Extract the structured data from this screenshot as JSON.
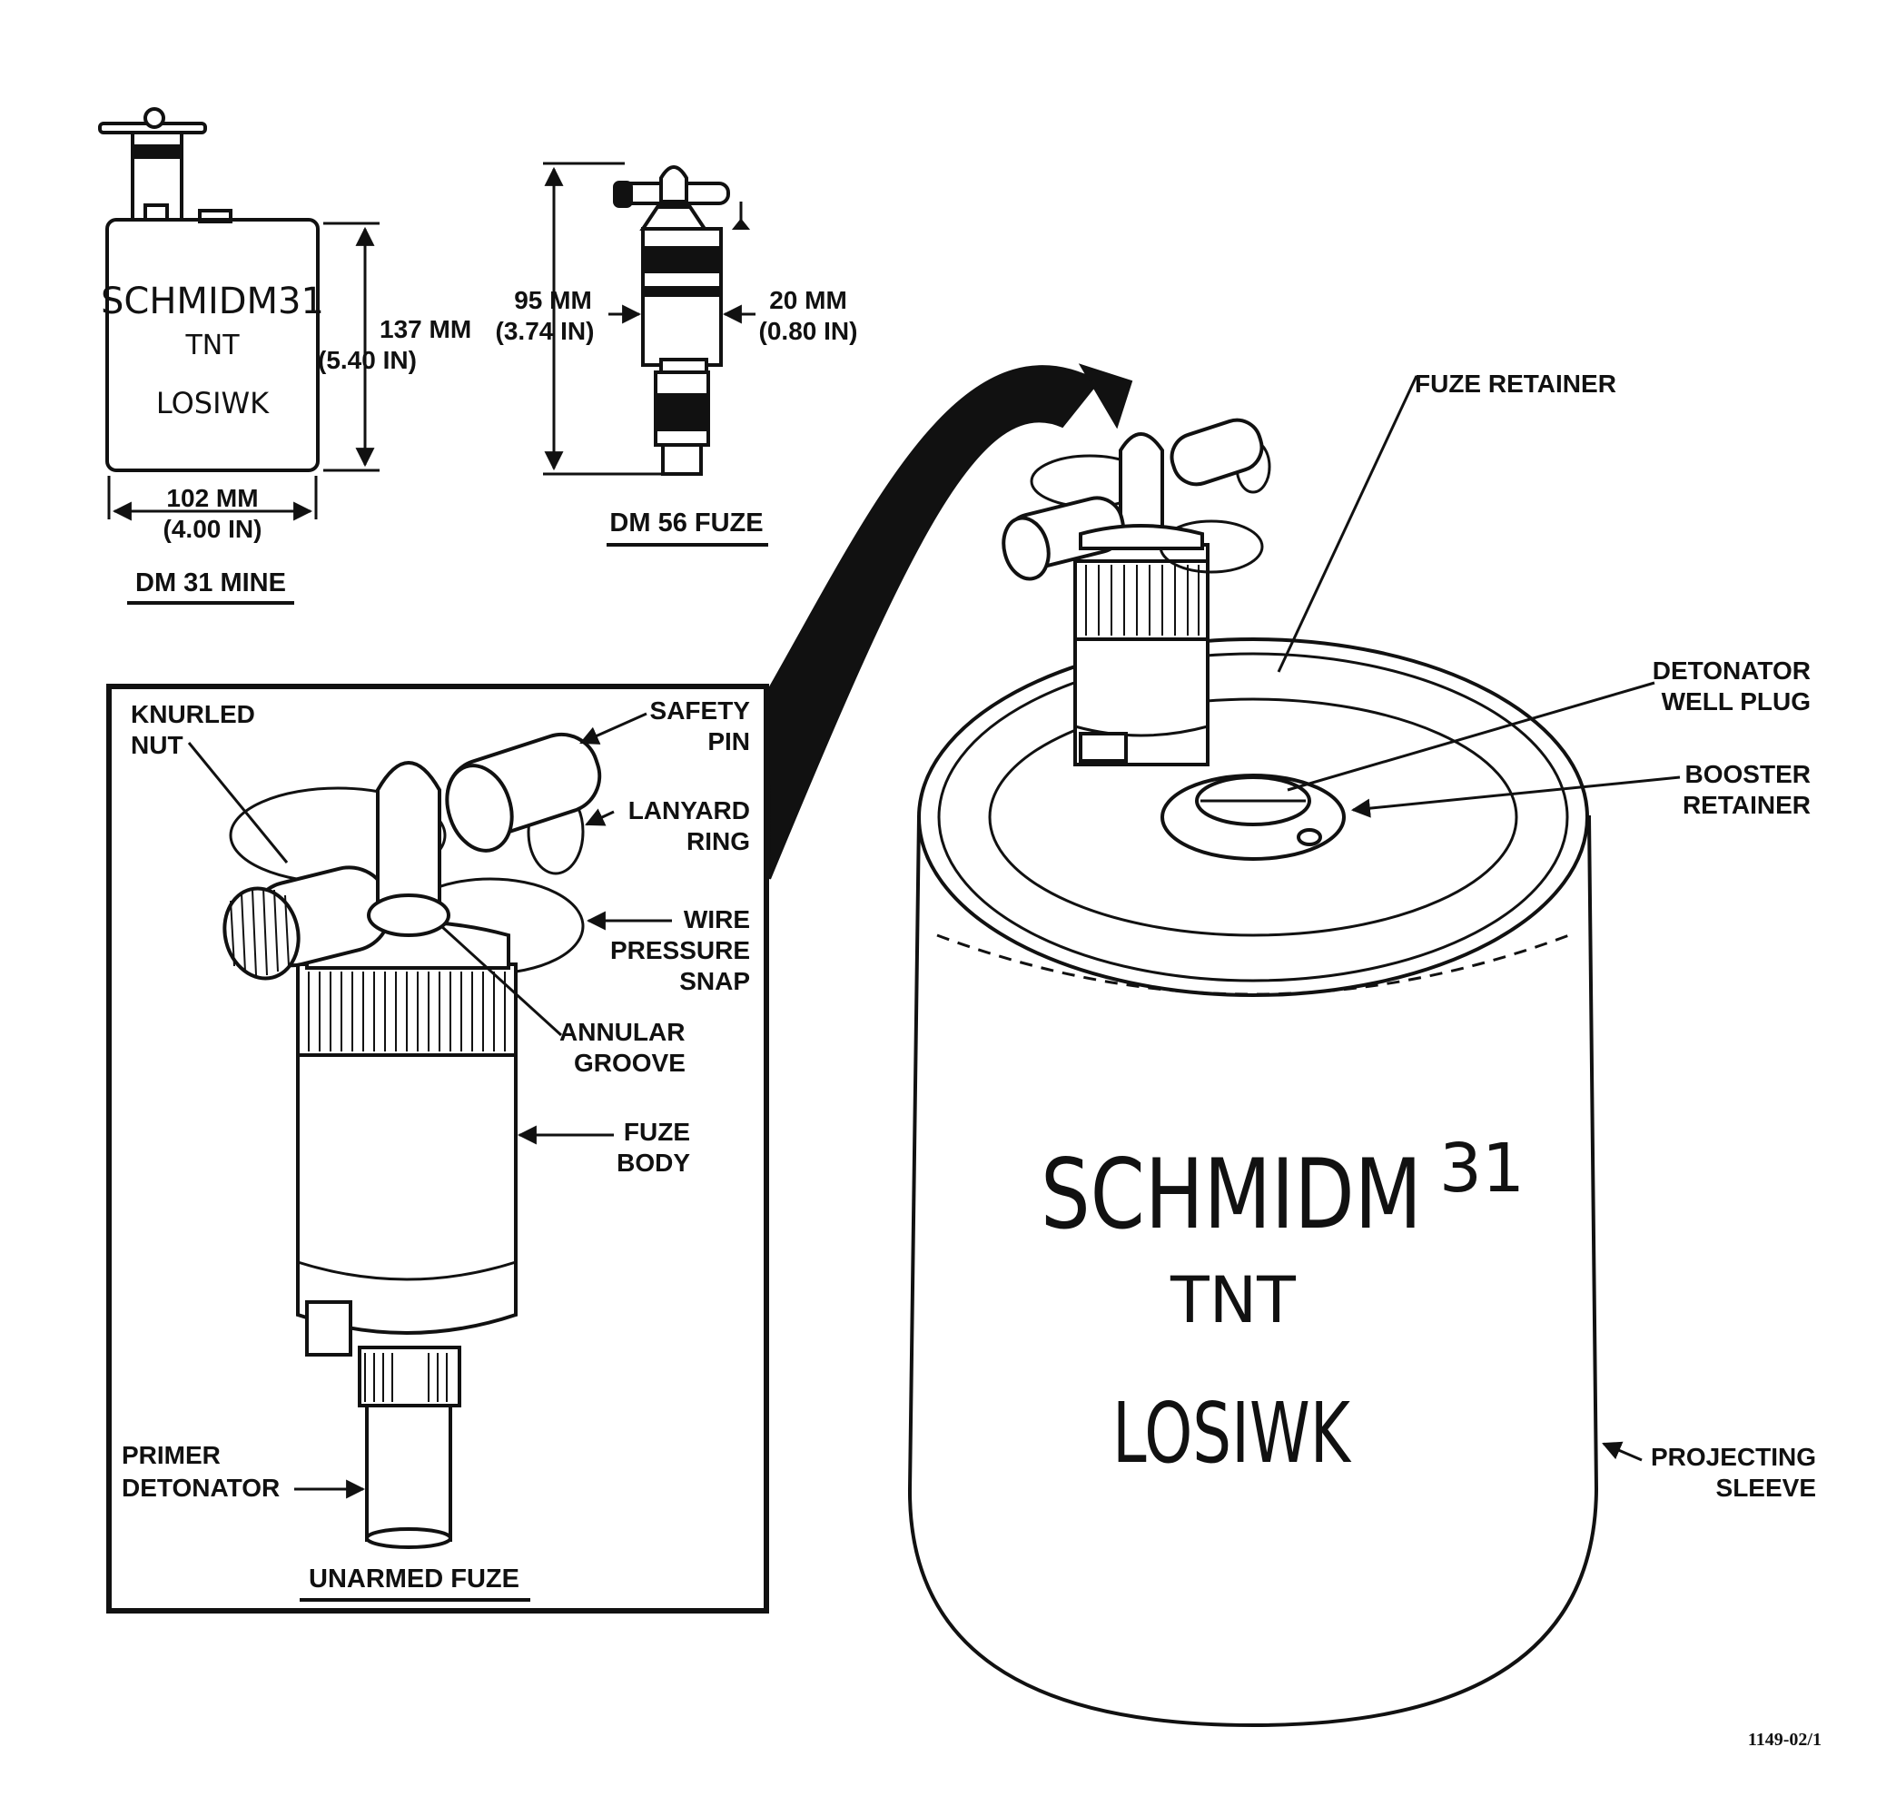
{
  "mine_small": {
    "marking": [
      "SCHMIDM31",
      "TNT",
      "LOSIWK"
    ],
    "height_mm": "137 MM",
    "height_in": "(5.40 IN)",
    "width_mm": "102 MM",
    "width_in": "(4.00 IN)",
    "title": "DM 31 MINE"
  },
  "fuze_small": {
    "height_mm": "95 MM",
    "height_in": "(3.74 IN)",
    "width_mm": "20 MM",
    "width_in": "(0.80 IN)",
    "title": "DM 56 FUZE"
  },
  "unarmed_fuze": {
    "title": "UNARMED FUZE",
    "labels": {
      "knurled_nut": [
        "KNURLED",
        "NUT"
      ],
      "safety_pin": [
        "SAFETY",
        "PIN"
      ],
      "lanyard_ring": [
        "LANYARD",
        "RING"
      ],
      "wire_pressure_snap": [
        "WIRE",
        "PRESSURE",
        "SNAP"
      ],
      "annular_groove": [
        "ANNULAR",
        "GROOVE"
      ],
      "fuze_body": [
        "FUZE",
        "BODY"
      ],
      "primer_detonator": [
        "PRIMER",
        "DETONATOR"
      ]
    }
  },
  "mine_large": {
    "marking_line1": "SCHMIDM",
    "marking_line1_num": "31",
    "marking_line2": "TNT",
    "marking_line3": "LOSIWK",
    "labels": {
      "fuze_retainer": "FUZE RETAINER",
      "detonator_well_plug": [
        "DETONATOR",
        "WELL PLUG"
      ],
      "booster_retainer": [
        "BOOSTER",
        "RETAINER"
      ],
      "projecting_sleeve": [
        "PROJECTING",
        "SLEEVE"
      ]
    }
  },
  "figure_code": "1149-02/1"
}
